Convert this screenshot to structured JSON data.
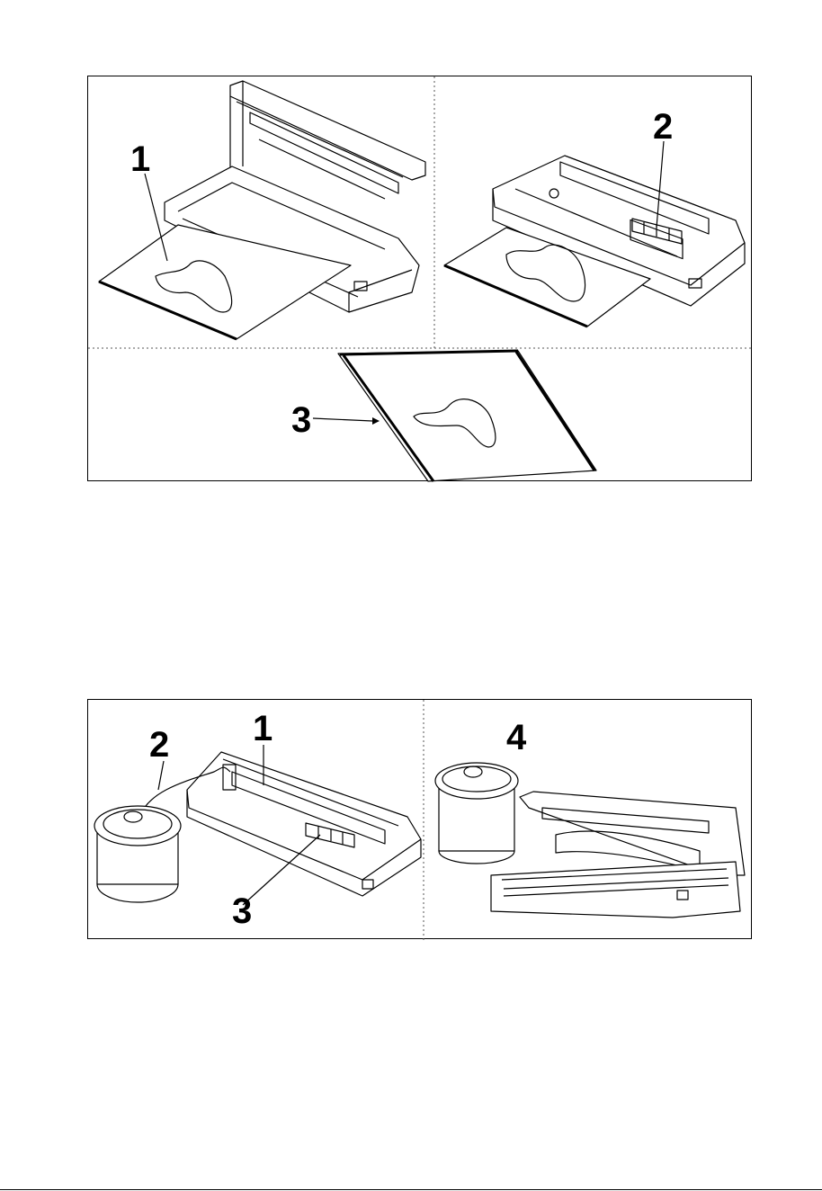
{
  "figure_a": {
    "callouts": [
      "1",
      "2",
      "3"
    ],
    "panels": [
      "bag-insert-open-lid",
      "bag-sealing-closed-lid",
      "sealed-bag-result"
    ]
  },
  "figure_b": {
    "callouts": [
      "1",
      "2",
      "3",
      "4"
    ],
    "panels": [
      "canister-with-hose",
      "canister-and-open-sealer"
    ]
  }
}
